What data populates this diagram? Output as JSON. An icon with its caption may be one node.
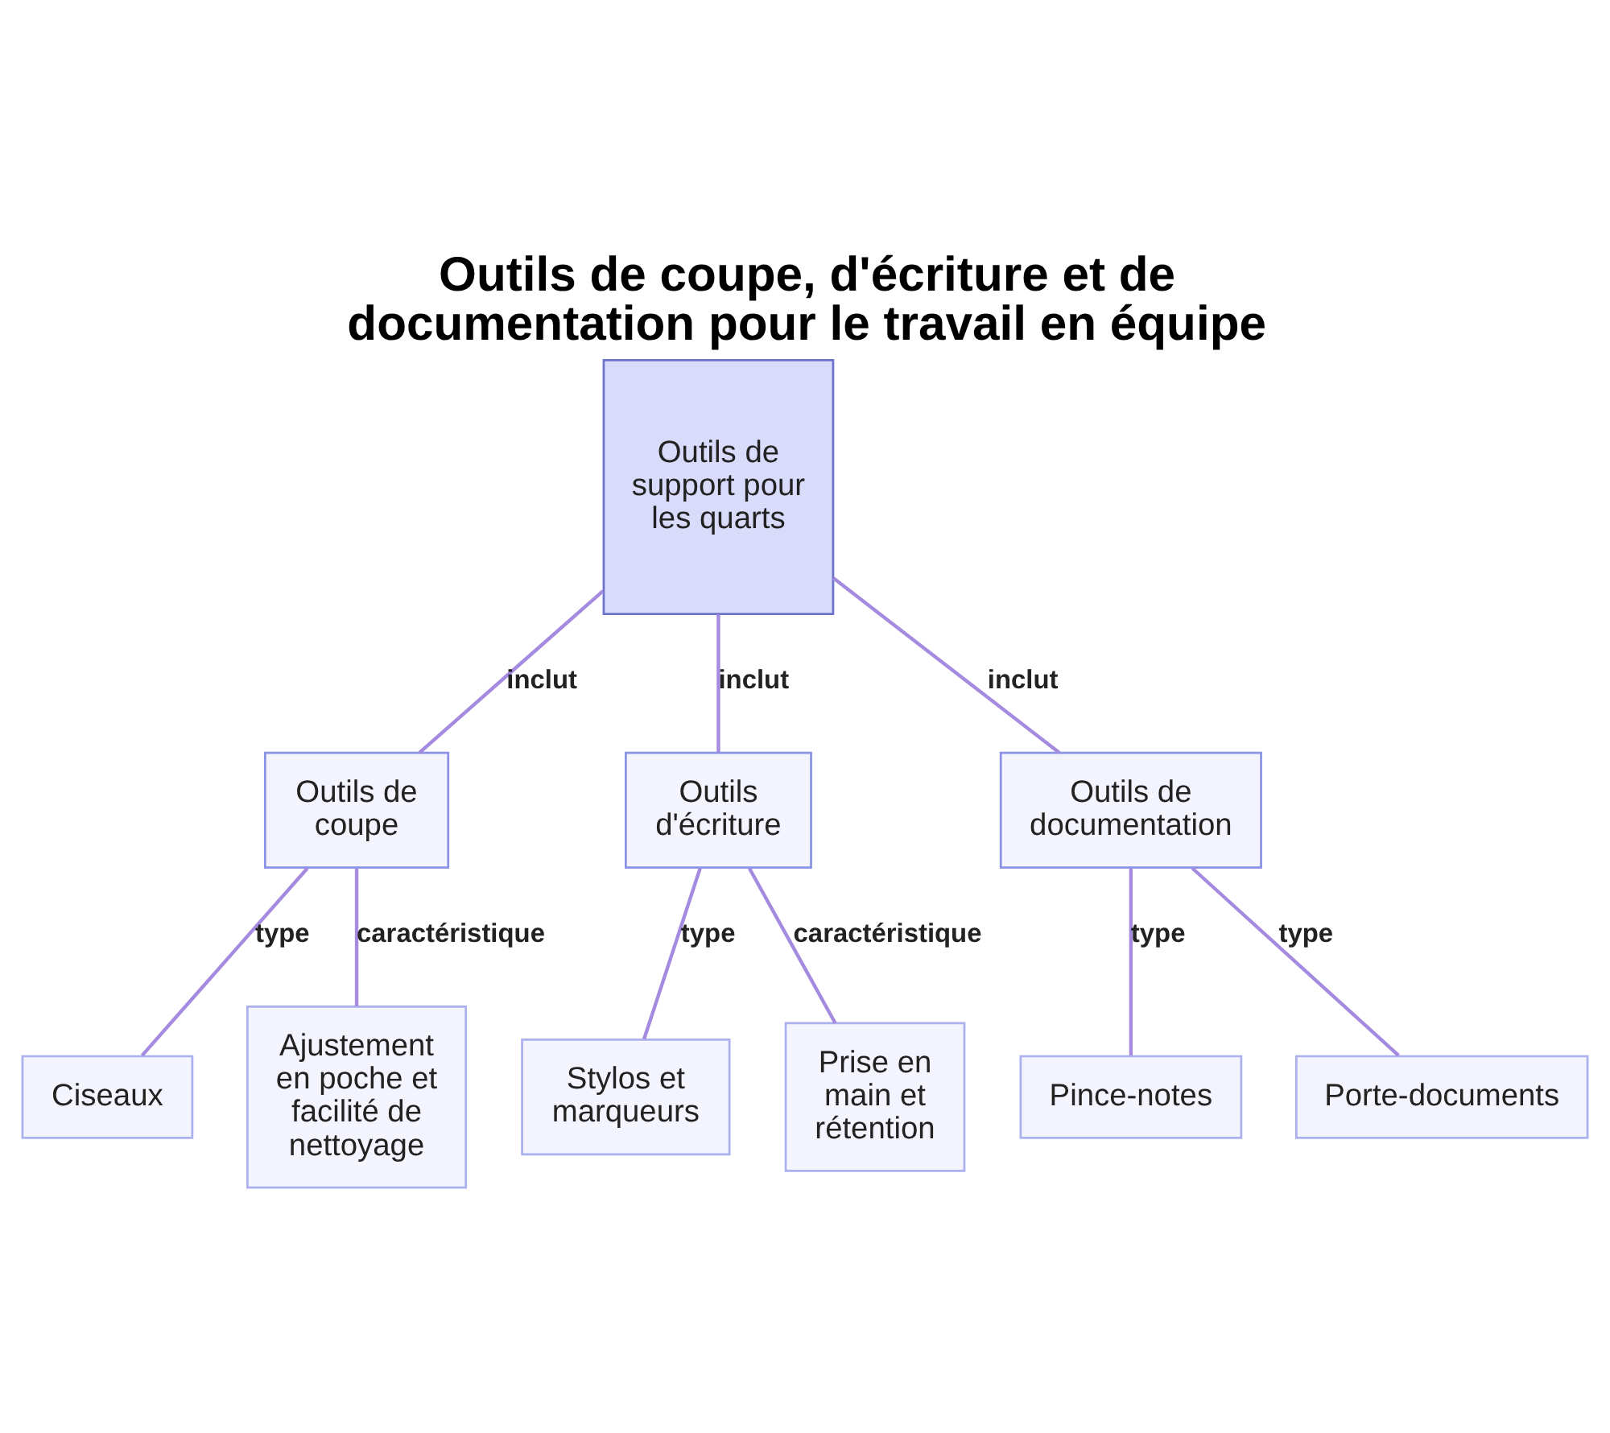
{
  "diagram": {
    "title": "Outils de coupe, d'écriture et de documentation pour le travail en équipe",
    "nodes": [
      {
        "text": [
          "Outils de support pour les quarts"
        ]
      },
      {
        "text": [
          "Outils de coupe"
        ]
      },
      {
        "text": [
          "Outils d'écriture"
        ]
      },
      {
        "text": [
          "Outils de documentation"
        ]
      },
      {
        "text": [
          "Ciseaux"
        ]
      },
      {
        "text": [
          "Ajustement en poche et facilité de nettoyage"
        ]
      },
      {
        "text": [
          "Stylos et marqueurs"
        ]
      },
      {
        "text": [
          "Prise en main et rétention"
        ]
      },
      {
        "text": [
          "Pince-notes"
        ]
      },
      {
        "text": [
          "Porte-documents"
        ]
      }
    ],
    "edges": [
      {
        "from": 0,
        "to": 1,
        "arrow": "none",
        "label": "inclut"
      },
      {
        "from": 0,
        "to": 2,
        "arrow": "none",
        "label": "inclut"
      },
      {
        "from": 0,
        "to": 3,
        "arrow": "none",
        "label": "inclut"
      },
      {
        "from": 1,
        "to": 4,
        "arrow": "none",
        "label": "type"
      },
      {
        "from": 1,
        "to": 5,
        "arrow": "none",
        "label": "caractéristique"
      },
      {
        "from": 2,
        "to": 6,
        "arrow": "none",
        "label": "type"
      },
      {
        "from": 2,
        "to": 7,
        "arrow": "none",
        "label": "caractéristique"
      },
      {
        "from": 3,
        "to": 8,
        "arrow": "none",
        "label": "type"
      },
      {
        "from": 3,
        "to": 9,
        "arrow": "none",
        "label": "type"
      }
    ]
  }
}
